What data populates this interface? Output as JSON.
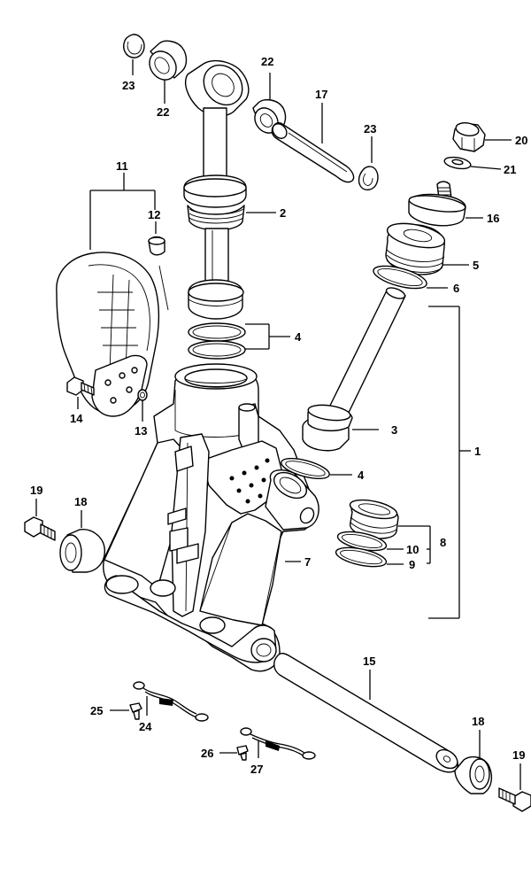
{
  "diagram": {
    "labels": [
      {
        "id": "label-23-top",
        "text": "23"
      },
      {
        "id": "label-22-left",
        "text": "22"
      },
      {
        "id": "label-22-right",
        "text": "22"
      },
      {
        "id": "label-17",
        "text": "17"
      },
      {
        "id": "label-23-right",
        "text": "23"
      },
      {
        "id": "label-20",
        "text": "20"
      },
      {
        "id": "label-21",
        "text": "21"
      },
      {
        "id": "label-11",
        "text": "11"
      },
      {
        "id": "label-12",
        "text": "12"
      },
      {
        "id": "label-2",
        "text": "2"
      },
      {
        "id": "label-16",
        "text": "16"
      },
      {
        "id": "label-5",
        "text": "5"
      },
      {
        "id": "label-6",
        "text": "6"
      },
      {
        "id": "label-4-top",
        "text": "4"
      },
      {
        "id": "label-14",
        "text": "14"
      },
      {
        "id": "label-13",
        "text": "13"
      },
      {
        "id": "label-3",
        "text": "3"
      },
      {
        "id": "label-1",
        "text": "1"
      },
      {
        "id": "label-4-mid",
        "text": "4"
      },
      {
        "id": "label-19-left",
        "text": "19"
      },
      {
        "id": "label-18-left",
        "text": "18"
      },
      {
        "id": "label-8",
        "text": "8"
      },
      {
        "id": "label-10",
        "text": "10"
      },
      {
        "id": "label-9",
        "text": "9"
      },
      {
        "id": "label-7",
        "text": "7"
      },
      {
        "id": "label-15",
        "text": "15"
      },
      {
        "id": "label-25",
        "text": "25"
      },
      {
        "id": "label-24",
        "text": "24"
      },
      {
        "id": "label-18-right",
        "text": "18"
      },
      {
        "id": "label-19-right",
        "text": "19"
      },
      {
        "id": "label-26",
        "text": "26"
      },
      {
        "id": "label-27",
        "text": "27"
      }
    ]
  }
}
